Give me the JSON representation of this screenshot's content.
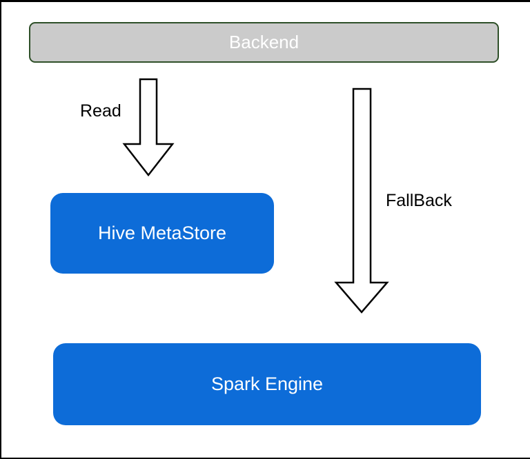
{
  "nodes": {
    "backend": {
      "label": "Backend"
    },
    "hive": {
      "label": "Hive MetaStore"
    },
    "spark": {
      "label": "Spark Engine"
    }
  },
  "edges": {
    "read": {
      "label": "Read",
      "from": "Backend",
      "to": "Hive MetaStore"
    },
    "fallback": {
      "label": "FallBack",
      "from": "Backend",
      "to": "Spark Engine"
    }
  },
  "colors": {
    "background": "#ffffff",
    "frame_border": "#000000",
    "backend_fill": "#cbcbcb",
    "backend_border": "#2e4f28",
    "node_fill": "#0d6cd8",
    "node_text": "#ffffff",
    "arrow_fill": "#ffffff",
    "arrow_stroke": "#000000",
    "label_text": "#000000"
  }
}
